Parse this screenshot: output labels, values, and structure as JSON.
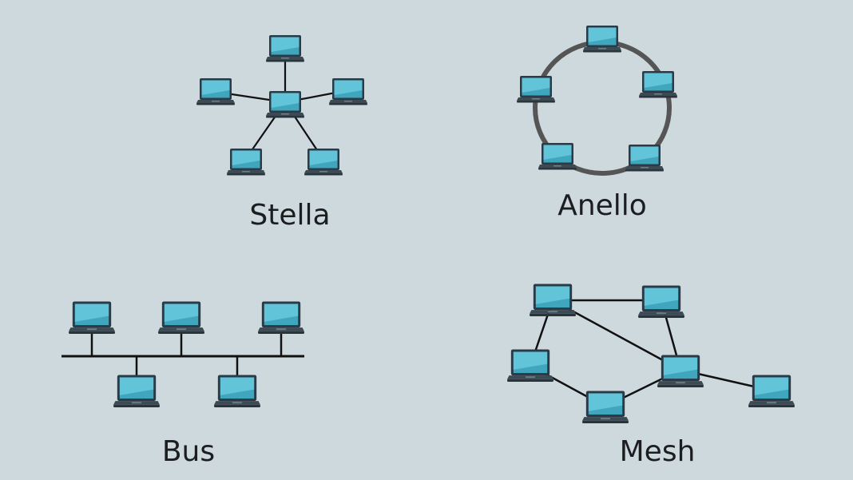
{
  "colors": {
    "background": "#cdd9dd",
    "link": "#111111",
    "ring": "#555555",
    "screen_bezel": "#2a3a47",
    "screen_light": "#62c4d8",
    "screen_dark": "#3fa6bd",
    "keyboard_base": "#3c4a54"
  },
  "topologies": [
    {
      "id": "star",
      "label": "Stella",
      "icon": "laptop-icon",
      "nodes": 6,
      "links": [
        [
          0,
          1
        ],
        [
          0,
          2
        ],
        [
          0,
          3
        ],
        [
          0,
          4
        ],
        [
          0,
          5
        ]
      ]
    },
    {
      "id": "ring",
      "label": "Anello",
      "icon": "laptop-icon",
      "nodes": 5
    },
    {
      "id": "bus",
      "label": "Bus",
      "icon": "laptop-icon",
      "nodes": 5
    },
    {
      "id": "mesh",
      "label": "Mesh",
      "icon": "laptop-icon",
      "nodes": 6,
      "links": [
        [
          0,
          1
        ],
        [
          0,
          2
        ],
        [
          0,
          4
        ],
        [
          1,
          4
        ],
        [
          2,
          3
        ],
        [
          3,
          4
        ],
        [
          4,
          5
        ]
      ]
    }
  ]
}
